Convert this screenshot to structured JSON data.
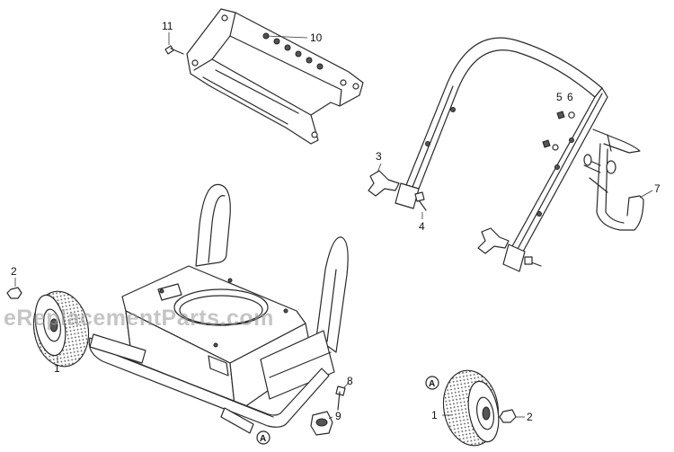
{
  "watermark": "eReplacementParts.com",
  "callouts": {
    "c1_left": "1",
    "c1_right": "1",
    "c2_left": "2",
    "c2_right": "2",
    "c3": "3",
    "c4": "4",
    "c5": "5",
    "c6": "6",
    "c7": "7",
    "c8": "8",
    "c9": "9",
    "c10": "10",
    "c11": "11"
  },
  "connector": {
    "a_bottom": "A",
    "a_wheel": "A"
  }
}
